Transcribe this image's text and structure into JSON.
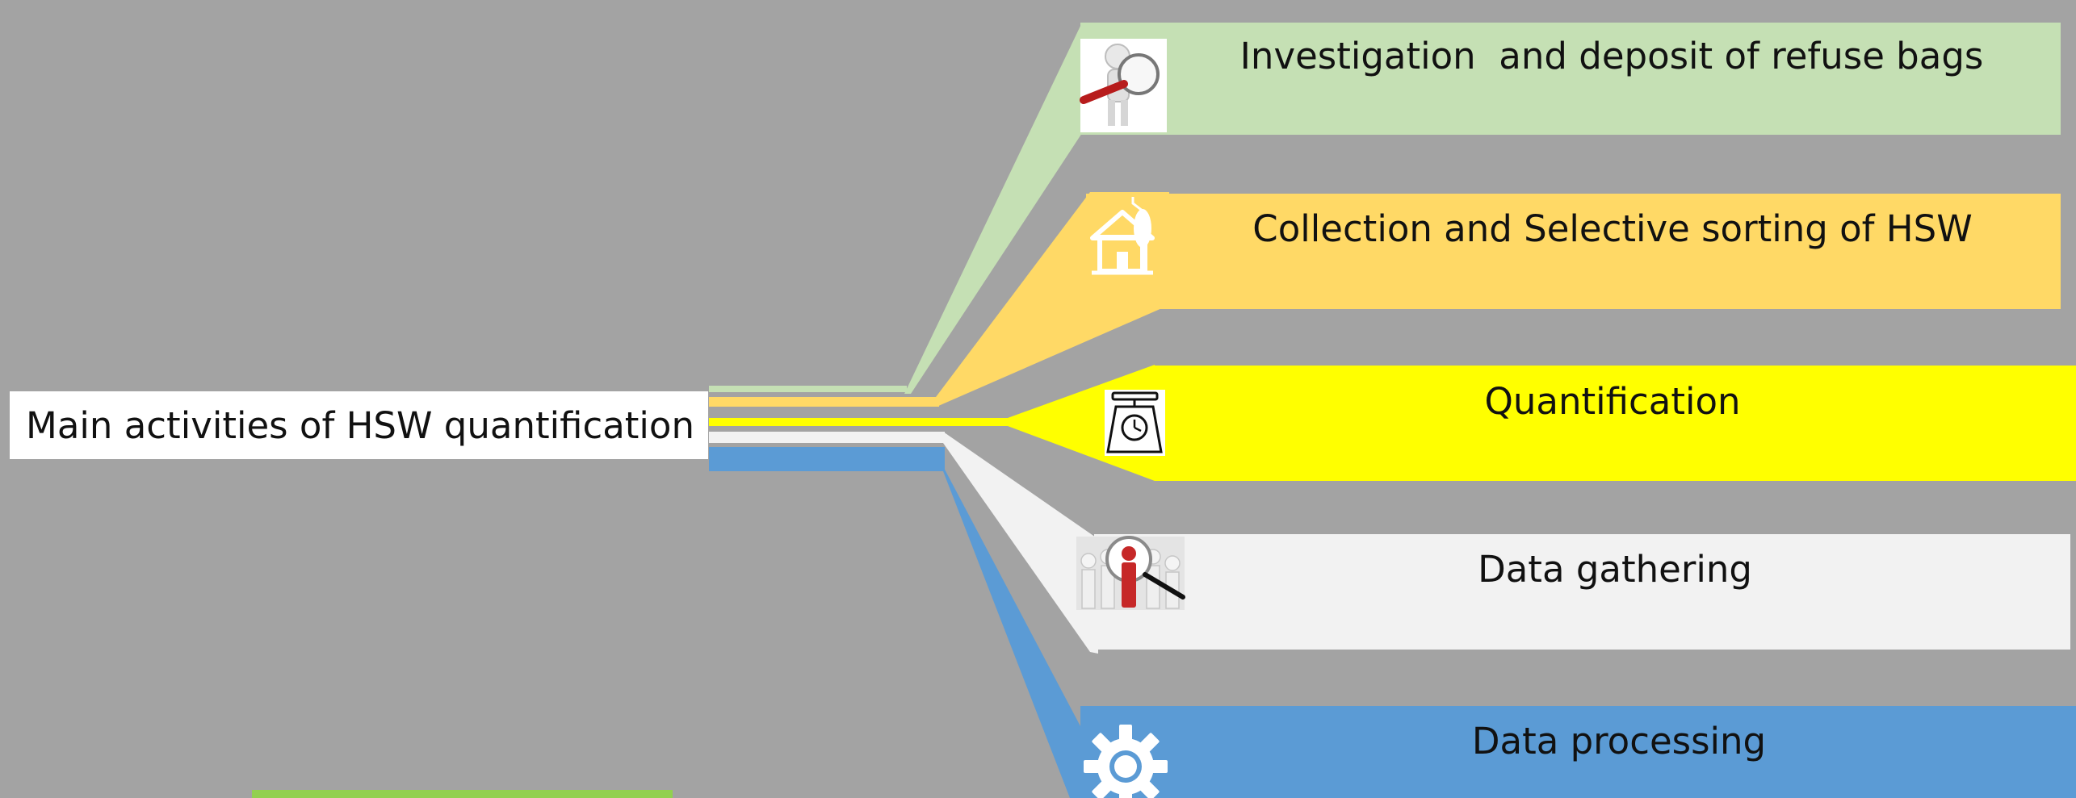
{
  "diagram": {
    "root_label": "Main activities of HSW quantification",
    "branches": [
      {
        "label": "Investigation  and deposit of refuse bags",
        "color": "#c5e0b4",
        "icon": "magnifier-person-icon"
      },
      {
        "label": "Collection and Selective sorting of HSW",
        "color": "#ffd966",
        "icon": "house-tree-icon"
      },
      {
        "label": "Quantification",
        "color": "#ffff00",
        "icon": "weighing-scale-icon"
      },
      {
        "label": "Data gathering",
        "color": "#f2f2f2",
        "icon": "crowd-magnifier-icon"
      },
      {
        "label": "Data processing",
        "color": "#5b9bd5",
        "icon": "gear-icon"
      }
    ],
    "background": "#a3a3a3",
    "accent_bar_color": "#92d050"
  }
}
